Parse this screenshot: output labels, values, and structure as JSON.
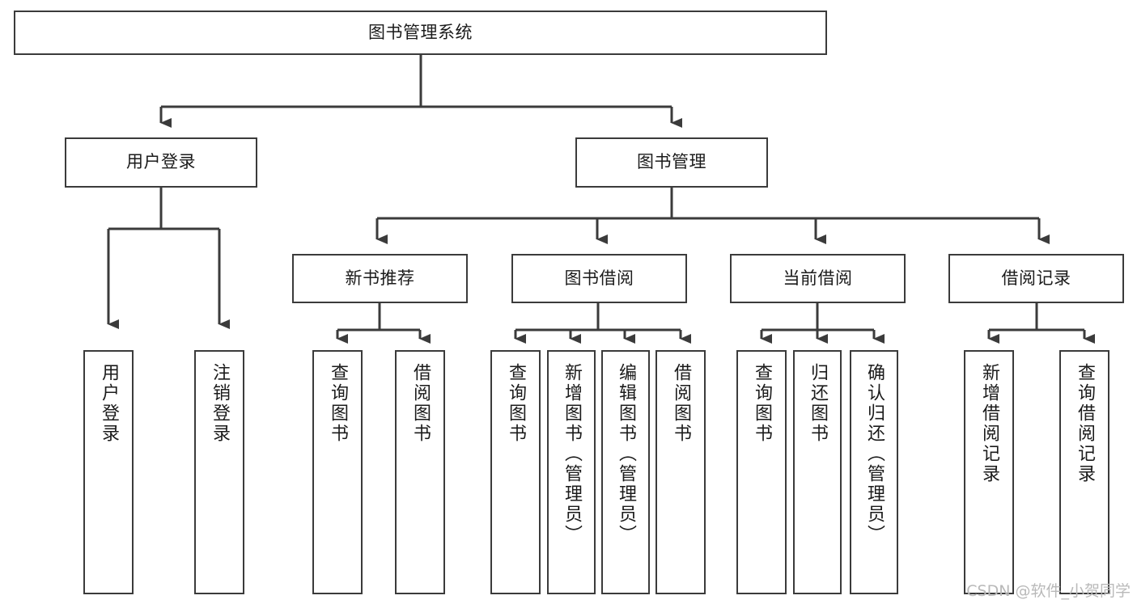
{
  "diagram": {
    "title": "图书管理系统",
    "type": "tree-hierarchy",
    "watermark": "CSDN @软件_小贺同学",
    "colors": {
      "border": "#3b3b3b",
      "text": "#1b1b1b",
      "background": "#ffffff",
      "connector": "#3b3b3b",
      "watermark": "#b9b9b9"
    },
    "nodes": {
      "root": {
        "label": "图书管理系统"
      },
      "level2": [
        {
          "id": "user-login",
          "label": "用户登录"
        },
        {
          "id": "book-management",
          "label": "图书管理"
        }
      ],
      "level3": [
        {
          "id": "new-book-recommend",
          "label": "新书推荐"
        },
        {
          "id": "book-borrow",
          "label": "图书借阅"
        },
        {
          "id": "current-borrow",
          "label": "当前借阅"
        },
        {
          "id": "borrow-record",
          "label": "借阅记录"
        }
      ],
      "leaves": {
        "user_login": [
          {
            "id": "leaf-user-login",
            "label": "用户登录"
          },
          {
            "id": "leaf-logout-login",
            "label": "注销登录"
          }
        ],
        "new_book_recommend": [
          {
            "id": "leaf-query-book-1",
            "label": "查询图书"
          },
          {
            "id": "leaf-borrow-book-1",
            "label": "借阅图书"
          }
        ],
        "book_borrow": [
          {
            "id": "leaf-query-book-2",
            "label": "查询图书"
          },
          {
            "id": "leaf-add-book",
            "label": "新增图书（管理员）"
          },
          {
            "id": "leaf-edit-book",
            "label": "编辑图书（管理员）"
          },
          {
            "id": "leaf-borrow-book-2",
            "label": "借阅图书"
          }
        ],
        "current_borrow": [
          {
            "id": "leaf-query-book-3",
            "label": "查询图书"
          },
          {
            "id": "leaf-return-book",
            "label": "归还图书"
          },
          {
            "id": "leaf-confirm-return",
            "label": "确认归还（管理员）"
          }
        ],
        "borrow_record": [
          {
            "id": "leaf-add-borrow-record",
            "label": "新增借阅记录"
          },
          {
            "id": "leaf-query-borrow-record",
            "label": "查询借阅记录"
          }
        ]
      }
    }
  }
}
